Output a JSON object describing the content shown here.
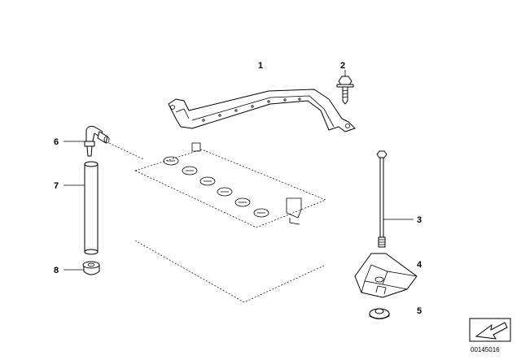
{
  "callouts": {
    "c1": "1",
    "c2": "2",
    "c3": "3",
    "c4": "4",
    "c5": "5",
    "c6": "6",
    "c7": "7",
    "c8": "8"
  },
  "catalog_number": "00145016",
  "parts": [
    {
      "ref": "1",
      "icon": "hold-down-bracket-icon"
    },
    {
      "ref": "2",
      "icon": "bolt-icon"
    },
    {
      "ref": "3",
      "icon": "threaded-rod-icon"
    },
    {
      "ref": "4",
      "icon": "clamp-plate-icon"
    },
    {
      "ref": "5",
      "icon": "washer-nut-icon"
    },
    {
      "ref": "6",
      "icon": "elbow-connector-icon"
    },
    {
      "ref": "7",
      "icon": "vent-hose-icon"
    },
    {
      "ref": "8",
      "icon": "grommet-icon"
    }
  ],
  "battery_icon": "battery-outline-icon",
  "corner_icon": "arrow-icon",
  "colors": {
    "line": "#000000",
    "background": "#ffffff"
  }
}
